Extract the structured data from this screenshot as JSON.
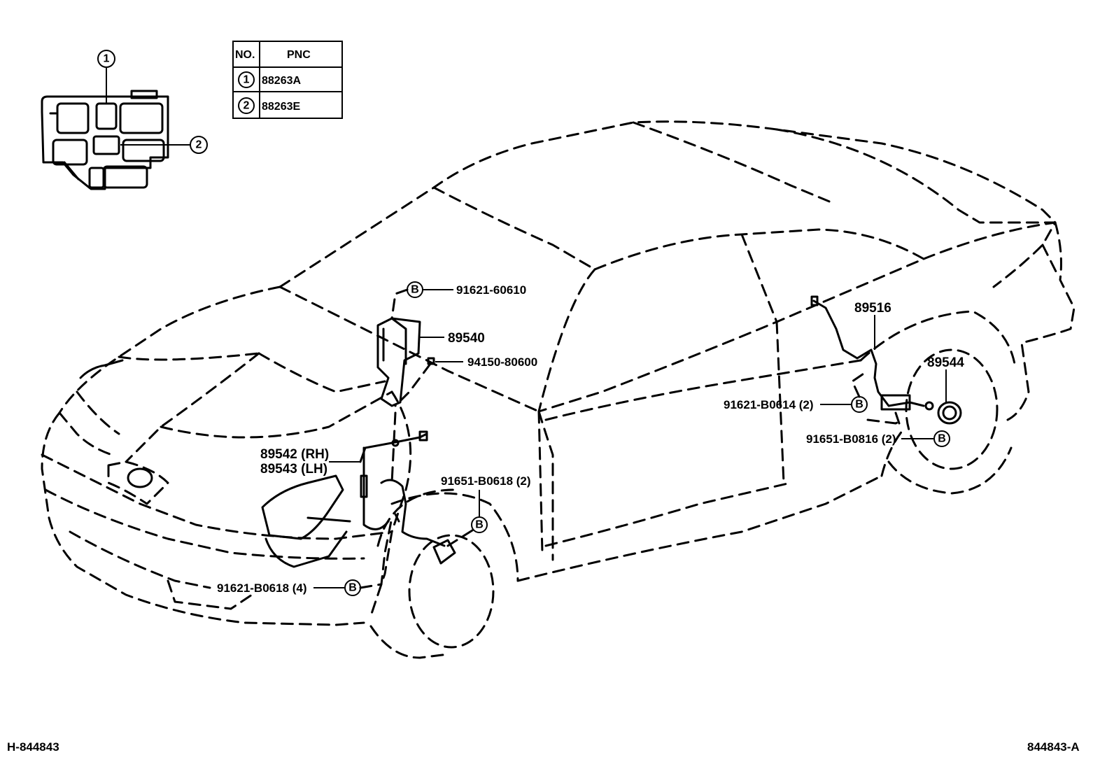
{
  "table": {
    "header_no": "NO.",
    "header_pnc": "PNC",
    "rows": [
      {
        "no": "1",
        "pnc": "88263A"
      },
      {
        "no": "2",
        "pnc": "88263E"
      }
    ]
  },
  "inset_callouts": [
    "1",
    "2"
  ],
  "callout_symbol": "B",
  "parts": {
    "p1": "91621-60610",
    "p2": "89540",
    "p3": "94150-80600",
    "p4": "89542 (RH)",
    "p5": "89543 (LH)",
    "p6": "91651-B0618 (2)",
    "p7": "91621-B0618 (4)",
    "p8": "89516",
    "p9": "89544",
    "p10": "91621-B0614 (2)",
    "p11": "91651-B0816 (2)"
  },
  "footer": {
    "left": "H-844843",
    "right": "844843-A"
  }
}
